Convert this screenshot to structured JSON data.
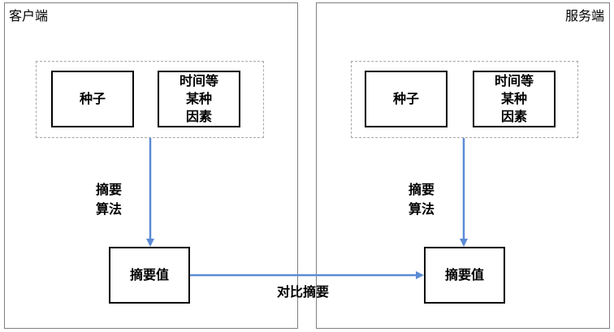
{
  "client": {
    "title": "客户端",
    "seed": "种子",
    "factor": "时间等\n某种\n因素",
    "algorithm": "摘要\n算法",
    "digest": "摘要值"
  },
  "server": {
    "title": "服务端",
    "seed": "种子",
    "factor": "时间等\n某种\n因素",
    "algorithm": "摘要\n算法",
    "digest": "摘要值"
  },
  "compare_label": "对比摘要",
  "colors": {
    "arrow": "#5b8bd4",
    "panel_border": "#7f7f7f",
    "group_border": "#a6a6a6",
    "box_border": "#000000"
  }
}
